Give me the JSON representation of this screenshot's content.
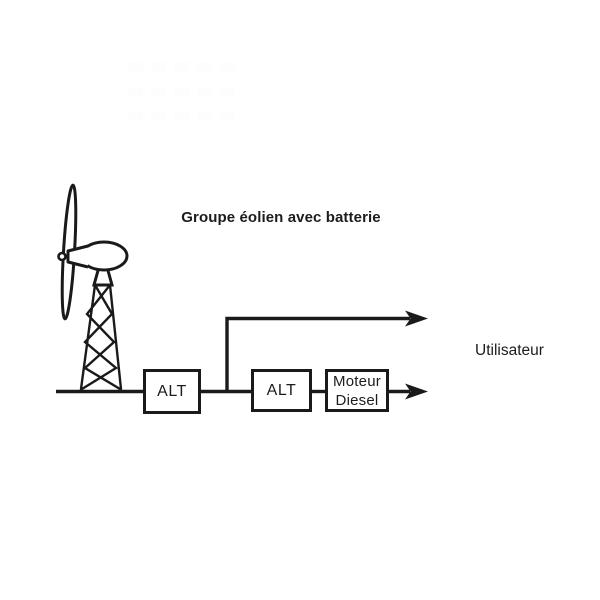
{
  "title": "Groupe éolien avec batterie",
  "boxes": [
    {
      "label": "ALT"
    },
    {
      "label": "ALT"
    },
    {
      "label_line1": "Moteur",
      "label_line2": "Diesel"
    }
  ],
  "output_label": "Utilisateur",
  "icons": {
    "wind_turbine": "wind-turbine-icon",
    "arrows": "right-arrow-icon"
  },
  "colors": {
    "background": "#ffffff",
    "stroke": "#1a1a1a",
    "text": "#1c1c1c"
  }
}
